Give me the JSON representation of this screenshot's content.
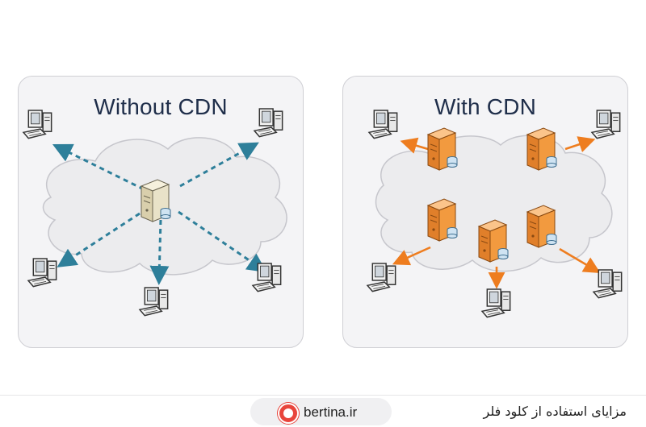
{
  "diagram": {
    "left_panel": {
      "title": "Without CDN",
      "colors": {
        "server": "#e9e2c8",
        "arrow": "#2e7f9a"
      }
    },
    "right_panel": {
      "title": "With CDN",
      "colors": {
        "server": "#f29a3f",
        "arrow": "#ee7d1f"
      }
    },
    "icons": {
      "client": "computer-icon",
      "server": "server-icon",
      "cloud": "cloud-shape"
    }
  },
  "footer": {
    "brand": "bertina.ir",
    "caption": "مزایای استفاده از کلود فلر"
  }
}
